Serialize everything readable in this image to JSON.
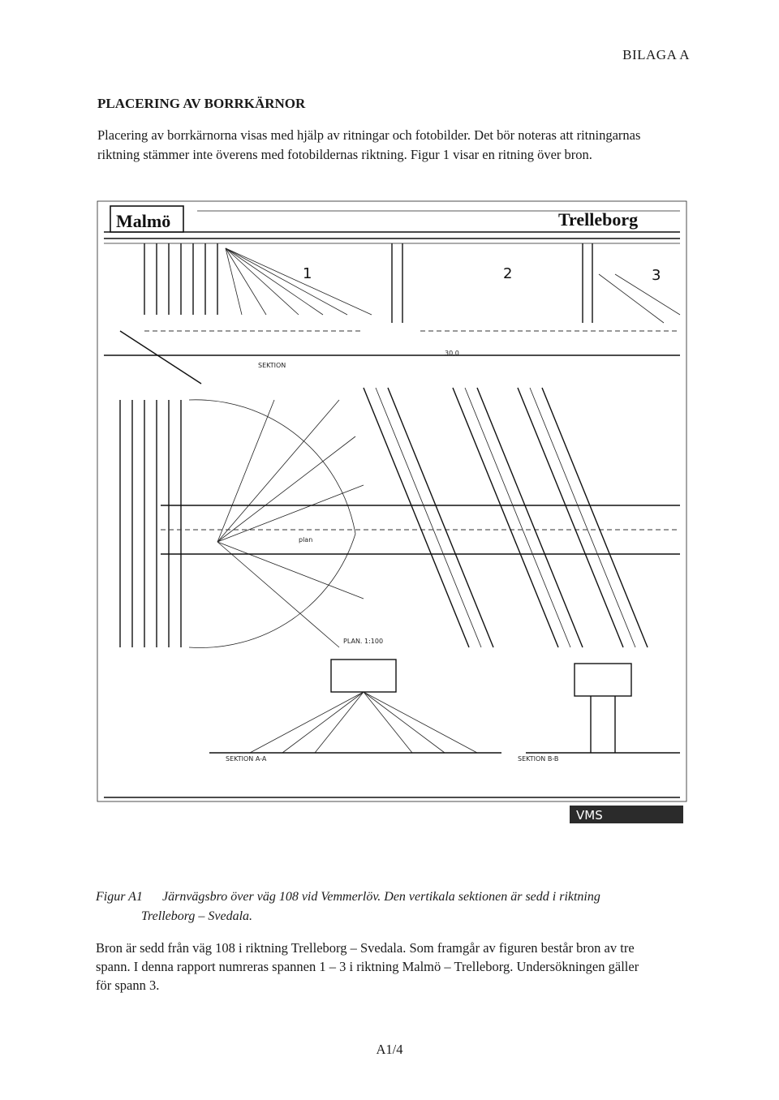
{
  "header": {
    "appendix_label": "BILAGA A"
  },
  "section": {
    "heading": "PLACERING AV BORRKÄRNOR"
  },
  "intro": {
    "line1": "Placering av borrkärnorna visas med hjälp av ritningar och fotobilder. Det bör noteras att ritningarnas",
    "line2": "riktning stämmer inte överens med fotobildernas riktning. Figur 1 visar en ritning över bron."
  },
  "figure": {
    "labels": {
      "left_city": "Malmö",
      "right_city": "Trelleborg",
      "span1": "1",
      "span2": "2",
      "span3": "3",
      "plan_label": "PLAN. 1:100",
      "watermark": "VMS"
    },
    "icons": [
      "bridge-drawing-icon",
      "logo-stamp-icon"
    ]
  },
  "caption": {
    "label": "Figur A1",
    "text_line1": "Järnvägsbro över väg 108 vid Vemmerlöv. Den vertikala sektionen är sedd i riktning",
    "text_line2": "Trelleborg – Svedala."
  },
  "body": {
    "line1": "Bron är sedd från väg 108 i riktning Trelleborg – Svedala. Som framgår av figuren består bron av tre",
    "line2": "spann. I denna rapport numreras spannen 1 – 3 i riktning Malmö – Trelleborg. Undersökningen gäller",
    "line3": "för spann 3."
  },
  "footer": {
    "page_number": "A1/4"
  }
}
